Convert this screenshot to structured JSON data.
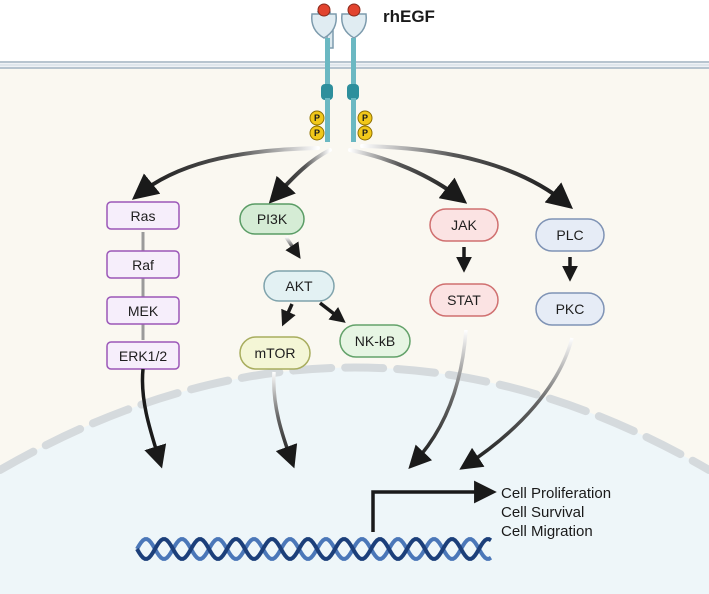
{
  "ligand": {
    "label": "rhEGF"
  },
  "receptor": {
    "phospho_label": "P"
  },
  "pathways": {
    "mapk": [
      "Ras",
      "Raf",
      "MEK",
      "ERK1/2"
    ],
    "pi3k": {
      "pi3k": "PI3K",
      "akt": "AKT",
      "mtor": "mTOR",
      "nfkb": "NK-kB"
    },
    "jak": {
      "jak": "JAK",
      "stat": "STAT"
    },
    "plc": {
      "plc": "PLC",
      "pkc": "PKC"
    }
  },
  "outcomes": [
    "Cell Proliferation",
    "Cell Survival",
    "Cell Migration"
  ],
  "colors": {
    "mapk_fill": "#f6eefb",
    "mapk_stroke": "#9b57b8",
    "pi3k_fill": "#d5ecd5",
    "pi3k_stroke": "#5a9c65",
    "akt_fill": "#e3f1f3",
    "akt_stroke": "#7fa3ac",
    "mtor_fill": "#f4f6d6",
    "mtor_stroke": "#a8ad5e",
    "nfkb_fill": "#e6f5e3",
    "nfkb_stroke": "#63a26a",
    "jak_fill": "#fbe3e3",
    "jak_stroke": "#d07070",
    "plc_fill": "#e6ecf6",
    "plc_stroke": "#7f93b5",
    "receptor": "#6bb8c2",
    "ligand": "#e2432e",
    "phospho": "#f2c81a",
    "dna_dark": "#1c3f7a",
    "dna_light": "#4b77b8"
  }
}
